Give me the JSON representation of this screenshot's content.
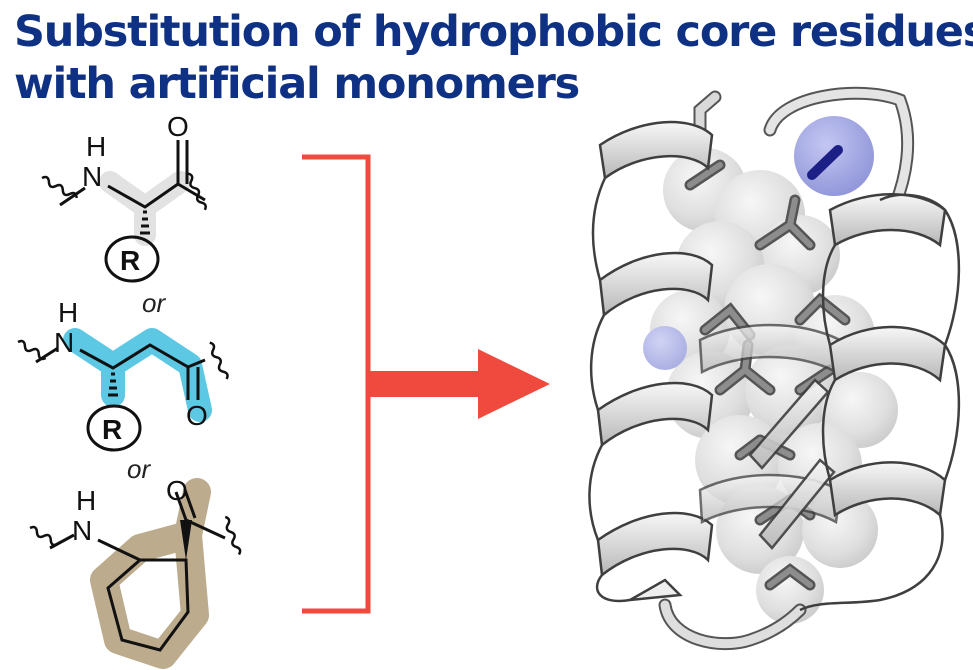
{
  "title": {
    "line1": "Substitution of hydrophobic core residues",
    "line2": "with artificial monomers"
  },
  "colors": {
    "title": "#0e3184",
    "arrow": "#f04a3e",
    "alpha_highlight": "#e2e2e2",
    "beta_highlight": "#5cc8e4",
    "cyclic_highlight": "#bcab8d",
    "helix": "#d7d7d7"
  },
  "structures": {
    "alpha": {
      "n_label": "N",
      "h_label": "H",
      "o_label": "O",
      "r_label": "R"
    },
    "separator_1": "or",
    "beta": {
      "n_label": "N",
      "h_label": "H",
      "o_label": "O",
      "r_label": "R"
    },
    "separator_2": "or",
    "cyclic": {
      "n_label": "N",
      "h_label": "H",
      "o_label": "O"
    }
  },
  "icons": {
    "arrow": "right-arrow-icon",
    "bracket": "bracket-icon",
    "protein": "helix-bundle-icon"
  }
}
